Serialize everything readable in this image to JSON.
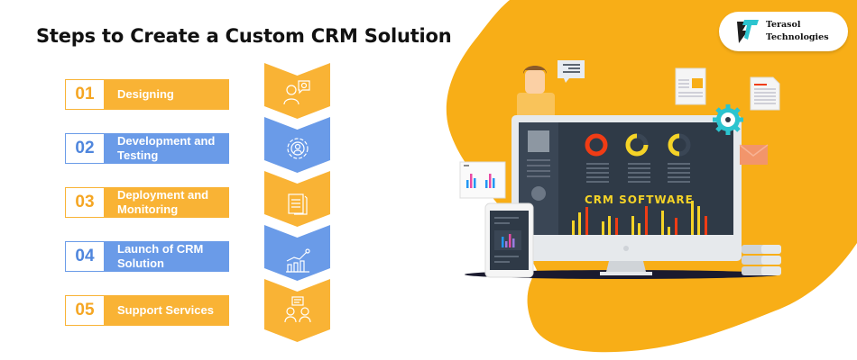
{
  "title": "Steps to Create a Custom CRM Solution",
  "steps": [
    {
      "number": "01",
      "label": "Designing",
      "color": "orange",
      "icon": "person-idea-icon"
    },
    {
      "number": "02",
      "label": "Development and Testing",
      "color": "blue",
      "icon": "gear-person-icon"
    },
    {
      "number": "03",
      "label": "Deployment and Monitoring",
      "color": "orange",
      "icon": "checklist-document-icon"
    },
    {
      "number": "04",
      "label": "Launch of CRM Solution",
      "color": "blue",
      "icon": "growth-chart-icon"
    },
    {
      "number": "05",
      "label": "Support Services",
      "color": "orange",
      "icon": "support-chat-icon"
    }
  ],
  "logo": {
    "line1": "Terasol",
    "line2": "Technologies"
  },
  "illustration": {
    "screen_label": "CRM SOFTWARE"
  },
  "colors": {
    "orange": "#f9b335",
    "blue": "#6a9be8",
    "blob": "#f8ae17",
    "screen": "#2f3a47",
    "teal": "#2bc4cf"
  }
}
